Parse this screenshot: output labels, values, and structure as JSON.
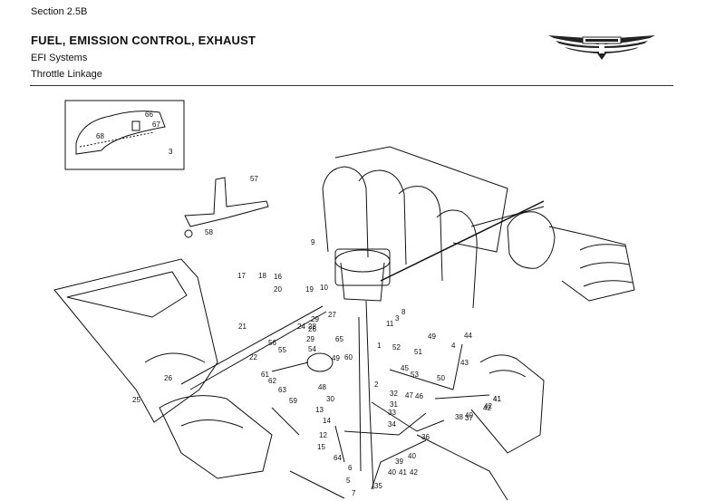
{
  "header": {
    "section": "Section 2.5B",
    "title": "FUEL, EMISSION CONTROL, EXHAUST",
    "subtitle": "EFI Systems",
    "subsubtitle": "Throttle Linkage"
  },
  "logo": {
    "icon": "winged-brand-logo-icon"
  },
  "diagram": {
    "callouts": [
      "66",
      "67",
      "68",
      "3",
      "57",
      "58",
      "9",
      "17",
      "18",
      "16",
      "20",
      "19",
      "10",
      "8",
      "11",
      "3",
      "21",
      "24",
      "29",
      "27",
      "28",
      "26",
      "29",
      "65",
      "1",
      "52",
      "56",
      "55",
      "54",
      "49",
      "60",
      "22",
      "61",
      "62",
      "63",
      "59",
      "48",
      "30",
      "2",
      "32",
      "31",
      "33",
      "34",
      "35",
      "36",
      "37",
      "38",
      "39",
      "40",
      "41",
      "42",
      "43",
      "44",
      "45",
      "46",
      "47",
      "49",
      "50",
      "51",
      "53",
      "25",
      "26",
      "13",
      "14",
      "12",
      "15",
      "64",
      "6",
      "5",
      "7",
      "40",
      "41",
      "42",
      "4",
      "40",
      "42",
      "41"
    ]
  }
}
